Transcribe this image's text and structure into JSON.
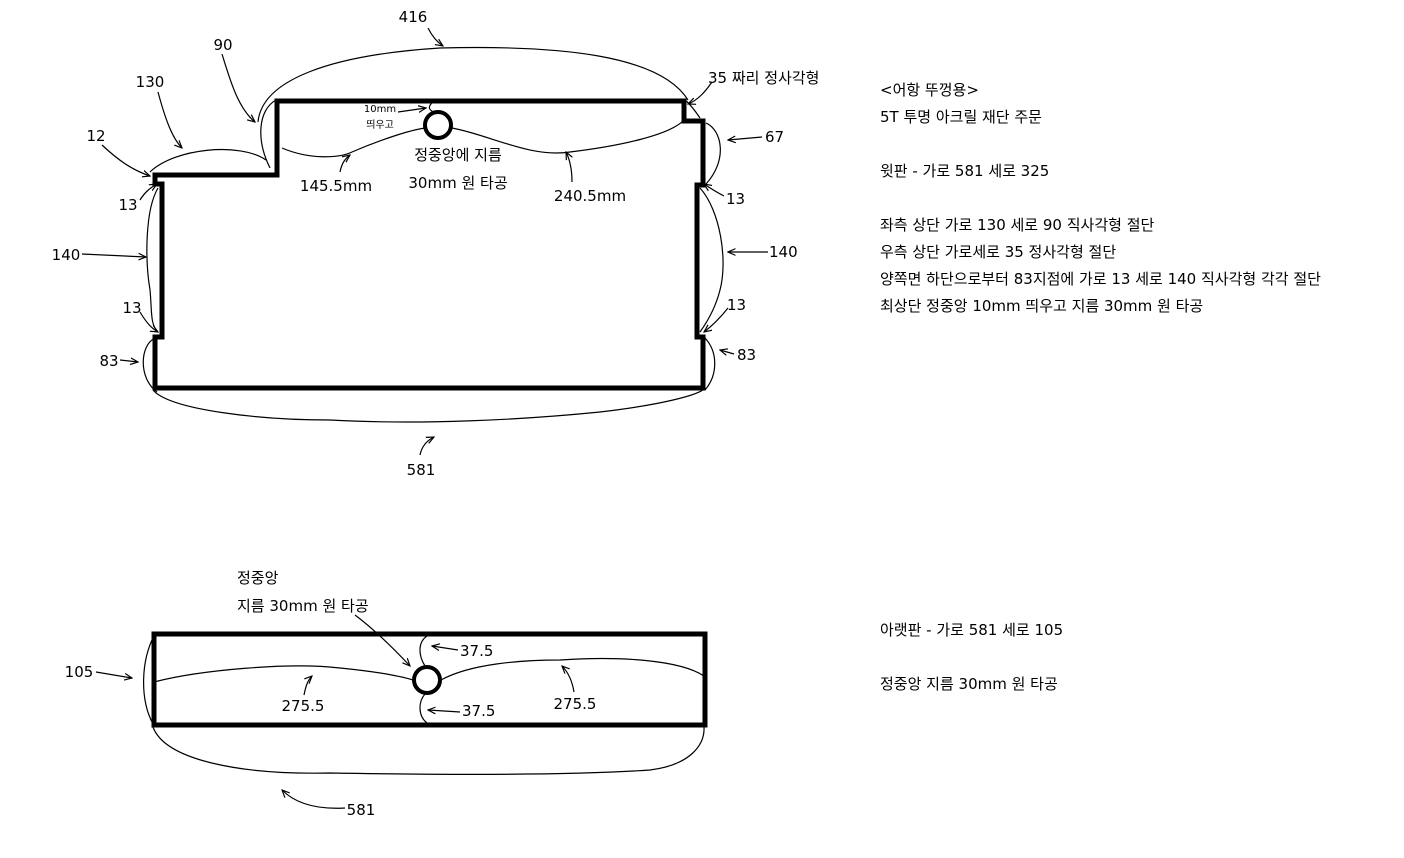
{
  "top_plate": {
    "labels": {
      "d416": "416",
      "d90": "90",
      "d130": "130",
      "d12": "12",
      "d13_top_left": "13",
      "d140_left": "140",
      "d13_bottom_left": "13",
      "d83_left": "83",
      "d581": "581",
      "d35": "35 짜리 정사각형",
      "d67": "67",
      "d13_top_right": "13",
      "d140_right": "140",
      "d13_bottom_right": "13",
      "d83_right": "83",
      "gap_line1": "10mm",
      "gap_line2": "띄우고",
      "hole_line1": "정중앙에 지름",
      "hole_line2": "30mm 원 타공",
      "d145": "145.5mm",
      "d240": "240.5mm"
    }
  },
  "bottom_plate": {
    "labels": {
      "center_line1": "정중앙",
      "center_line2": "지름 30mm 원 타공",
      "d105": "105",
      "d37_top": "37.5",
      "d37_bottom": "37.5",
      "d275_left": "275.5",
      "d275_right": "275.5",
      "d581": "581"
    }
  },
  "notes_top": [
    "<어항 뚜껑용>",
    "5T 투명 아크릴 재단 주문",
    "",
    "윗판 - 가로 581 세로 325",
    "",
    "좌측 상단 가로 130 세로 90 직사각형 절단",
    "우측 상단 가로세로 35 정사각형 절단",
    "양쪽면 하단으로부터 83지점에 가로 13 세로 140 직사각형 각각 절단",
    "최상단 정중앙 10mm 띄우고 지름 30mm 원 타공"
  ],
  "notes_bottom": [
    "아랫판 - 가로 581 세로 105",
    "",
    "정중앙 지름 30mm 원 타공"
  ]
}
